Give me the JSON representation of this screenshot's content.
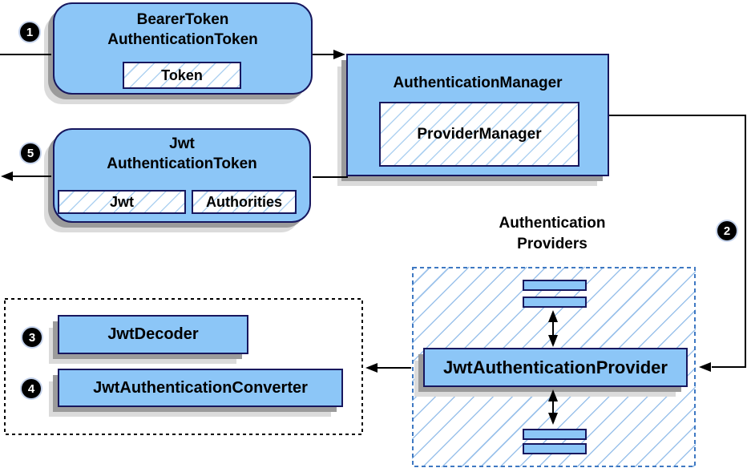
{
  "diagram": {
    "bearer_token_box": {
      "title_line1": "BearerToken",
      "title_line2": "AuthenticationToken",
      "field_token": "Token"
    },
    "authentication_manager_box": {
      "title": "AuthenticationManager",
      "inner": "ProviderManager"
    },
    "jwt_authentication_token_box": {
      "title_line1": "Jwt",
      "title_line2": "AuthenticationToken",
      "field_jwt": "Jwt",
      "field_authorities": "Authorities"
    },
    "authentication_providers_label": {
      "line1": "Authentication",
      "line2": "Providers"
    },
    "jwt_authentication_provider_box": {
      "title": "JwtAuthenticationProvider"
    },
    "jwt_decoder_box": {
      "title": "JwtDecoder"
    },
    "jwt_authentication_converter_box": {
      "title": "JwtAuthenticationConverter"
    },
    "steps": {
      "step1": "1",
      "step2": "2",
      "step3": "3",
      "step4": "4",
      "step5": "5"
    },
    "colors": {
      "node_fill": "#8CC6F7",
      "node_border": "#17175E",
      "hatch_line_small": "#AFD2F1",
      "hatch_line_large": "#9BC2EB",
      "dashed_blue_border": "#3E78C2",
      "dashed_black_border": "#000000",
      "shadow_dark": "#9B9B9B",
      "shadow_light": "#DBDBDB",
      "arrow": "#000000",
      "step_circle_bg": "#000000",
      "step_circle_text": "#ffffff"
    }
  }
}
